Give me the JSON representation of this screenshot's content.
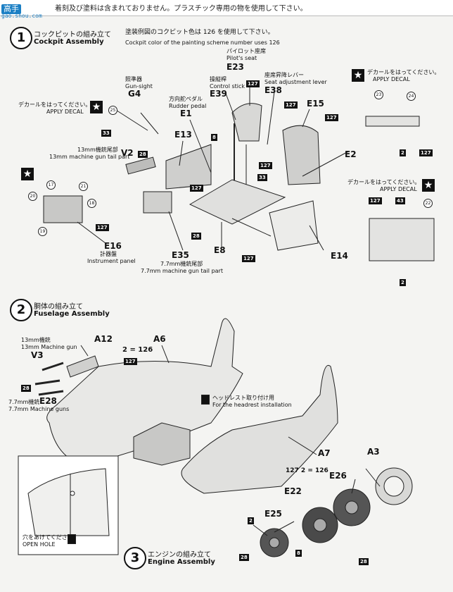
{
  "header": {
    "logo": "高手",
    "logo_url": "gao.shou.com",
    "notice": "着刻及び塗料は含まれておりません。プラスチック専用の物を使用して下さい。"
  },
  "step1": {
    "num": "1",
    "jp": "コックピットの組み立て",
    "en": "Cockpit Assembly",
    "paint_jp": "塗装例図のコクピット色は 126 を使用して下さい。",
    "paint_en": "Cockpit color of the painting scheme number  uses 126",
    "seat_jp": "パイロット座席",
    "seat_en": "Pilot's seat",
    "seat_part": "E23",
    "stick_jp": "操縦桿",
    "stick_en": "Control stick",
    "stick_part": "E39",
    "lever_jp": "座席昇降レバー",
    "lever_en": "Seat adjustment lever",
    "lever_part": "E38",
    "gun_jp": "照準器",
    "gun_en": "Gun-sight",
    "gun_part": "G4",
    "pedal_jp": "方向舵ペダル",
    "pedal_en": "Rudder pedal",
    "pedal_part": "E1",
    "decal1_jp": "デカールをはってください。",
    "decal1_en": "APPLY DECAL",
    "decal2_jp": "デカールをはってください。",
    "decal2_en": "APPLY DECAL",
    "decal3_jp": "デカールをはってください。",
    "decal3_en": "APPLY DECAL",
    "mg13_jp": "13mm機銃尾部",
    "mg13_en": "13mm machine gun tail part",
    "mg13_part": "V2",
    "inst_jp": "計器盤",
    "inst_en": "Instrument panel",
    "inst_part": "E16",
    "mg77_jp": "7.7mm機銃尾部",
    "mg77_en": "7.7mm machine gun tail part",
    "mg77_part": "E35",
    "parts": {
      "e13": "E13",
      "e15": "E15",
      "e2": "E2",
      "e8": "E8",
      "e14": "E14"
    },
    "codes": {
      "c127": "127",
      "c33": "33",
      "c8": "8",
      "c28": "28",
      "c2": "2",
      "c43": "43",
      "c22": "22",
      "c25": "25",
      "c23": "23",
      "c24": "24",
      "c17": "17",
      "c21": "21",
      "c20": "20",
      "c18": "18",
      "c19": "19"
    }
  },
  "step2": {
    "num": "2",
    "jp": "胴体の組み立て",
    "en": "Fuselage Assembly",
    "mg13_jp": "13mm機銃",
    "mg13_en": "13mm Machine gun",
    "mg13_part": "V3",
    "mg77_jp": "7.7mm機銃",
    "mg77_en": "7.7mm Machine guns",
    "mg77_part": "E28",
    "a12": "A12",
    "a6": "A6",
    "a7": "A7",
    "mix": "2 = 126",
    "c127": "127",
    "c28": "28",
    "head_jp": "ヘッドレスト取り付け用",
    "head_en": "For the headrest installation",
    "hole_jp": "穴をあけてください。",
    "hole_en": "OPEN HOLE"
  },
  "step3": {
    "num": "3",
    "jp": "エンジンの組み立て",
    "en": "Engine Assembly",
    "a3": "A3",
    "e26": "E26",
    "e22": "E22",
    "e25": "E25",
    "c2": "2",
    "c8": "8",
    "c28": "28",
    "mix": "127 2 = 126"
  }
}
